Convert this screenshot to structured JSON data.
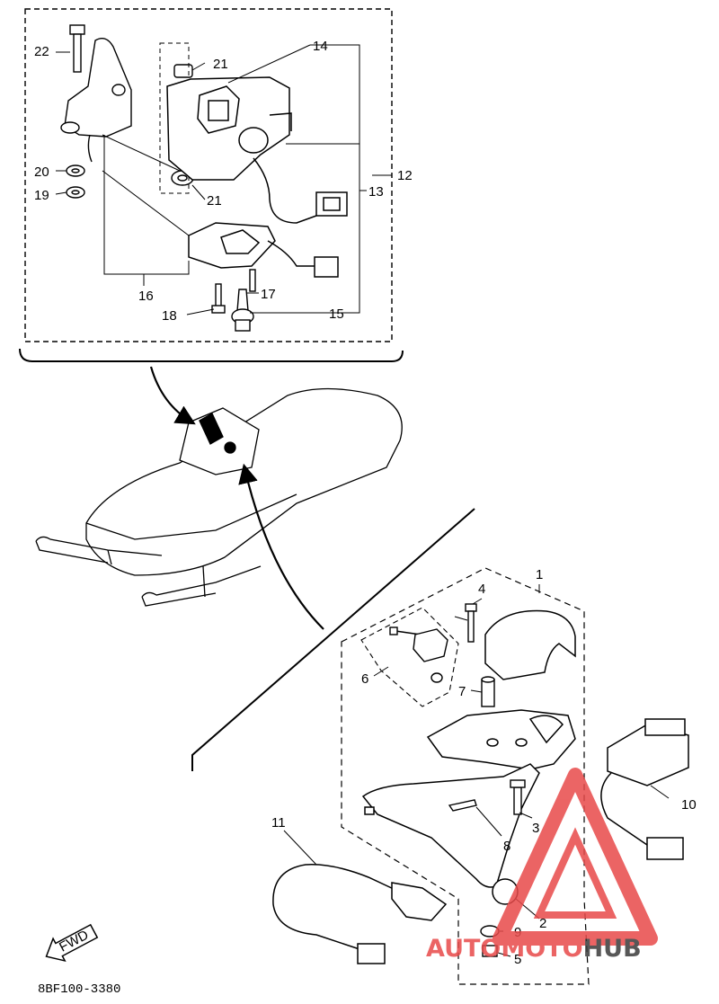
{
  "diagram": {
    "callouts": {
      "c1": "1",
      "c2": "2",
      "c3": "3",
      "c4": "4",
      "c5": "5",
      "c6": "6",
      "c7": "7",
      "c8": "8",
      "c9": "9",
      "c10": "10",
      "c11": "11",
      "c12": "12",
      "c13": "13",
      "c14": "14",
      "c15": "15",
      "c16": "16",
      "c17": "17",
      "c18": "18",
      "c19": "19",
      "c20": "20",
      "c21a": "21",
      "c21b": "21",
      "c22": "22"
    },
    "fwd_arrow": "FWD",
    "part_code": "8BF100-3380"
  },
  "watermark": {
    "part1": "AUTO",
    "part2": "MOTO",
    "part3": "HUB",
    "color_red": "#e84a4a",
    "color_dark": "#3a3a3a"
  }
}
